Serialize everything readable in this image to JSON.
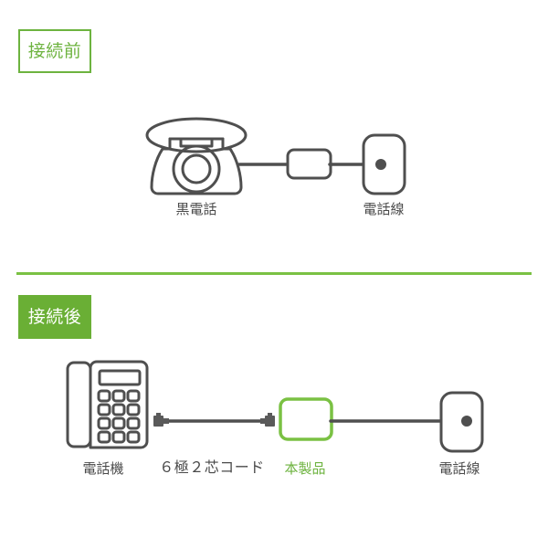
{
  "page": {
    "background": "#ffffff",
    "accent_green": "#7ac143",
    "badge_green": "#6aaf35",
    "line_gray": "#4a4a4a",
    "connector_gray": "#666666"
  },
  "sections": [
    {
      "id": "before",
      "badge_label": "接続前",
      "badge_style": "outline",
      "items": [
        {
          "name": "rotary-phone",
          "label": "黒電話",
          "color": "#4a4a4a"
        },
        {
          "name": "inline-box",
          "label": "",
          "color": "#4a4a4a"
        },
        {
          "name": "wall-jack",
          "label": "電話線",
          "color": "#4a4a4a"
        }
      ]
    },
    {
      "id": "after",
      "badge_label": "接続後",
      "badge_style": "solid",
      "items": [
        {
          "name": "desk-phone",
          "label": "電話機",
          "color": "#4a4a4a"
        },
        {
          "name": "modular-cord",
          "label": "６極２芯コード",
          "color": "#4a4a4a"
        },
        {
          "name": "product-box",
          "label": "本製品",
          "color": "#6db33f"
        },
        {
          "name": "wall-jack",
          "label": "電話線",
          "color": "#4a4a4a"
        }
      ]
    }
  ],
  "divider": {
    "color": "#7ac143"
  },
  "icons": {
    "rotary_phone": "rotary-phone-icon",
    "desk_phone": "desk-phone-icon",
    "wall_jack": "wall-jack-icon",
    "rj11_connector": "rj11-connector-icon",
    "inline_adapter": "inline-adapter-icon",
    "product_adapter": "product-adapter-icon"
  }
}
